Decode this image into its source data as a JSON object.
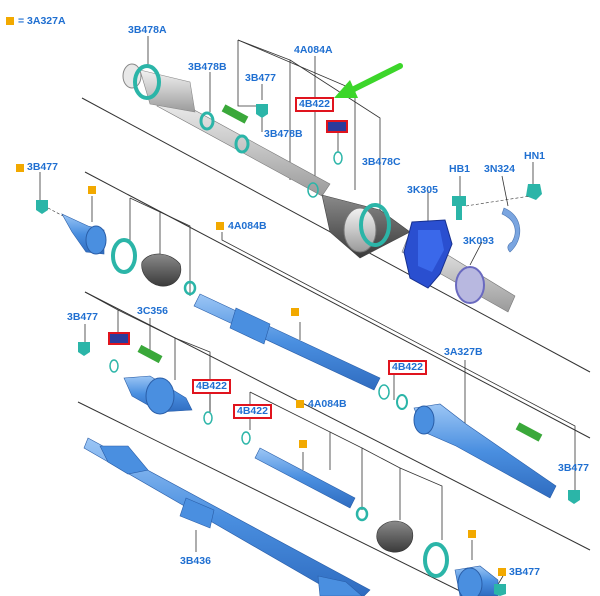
{
  "legend": {
    "text": "= 3A327A",
    "marker_color": "#f2a900"
  },
  "colors": {
    "label": "#1f6fd1",
    "highlight": "#e0141e",
    "part_blue": "#4a8fe0",
    "part_dark": "#2a4fd0",
    "ring": "#2bb5a8",
    "boot": "#555555",
    "arrow": "#3cd62a"
  },
  "labels": {
    "l1": "3B478A",
    "l2": "3B478B",
    "l3": "3B477",
    "l4": "4A084A",
    "l5": "4B422",
    "l6": "3B478B",
    "l7": "3B478C",
    "l8": "HB1",
    "l9": "3N324",
    "l10": "HN1",
    "l11": "3K305",
    "l12": "3K093",
    "l13": "3B477",
    "l14": "4A084B",
    "l15": "3B477",
    "l16": "3C356",
    "l17": "4B422",
    "l18": "4B422",
    "l19": "4A084B",
    "l20": "4B422",
    "l21": "3A327B",
    "l22": "3B477",
    "l23": "3B436",
    "l24": "3B477"
  }
}
